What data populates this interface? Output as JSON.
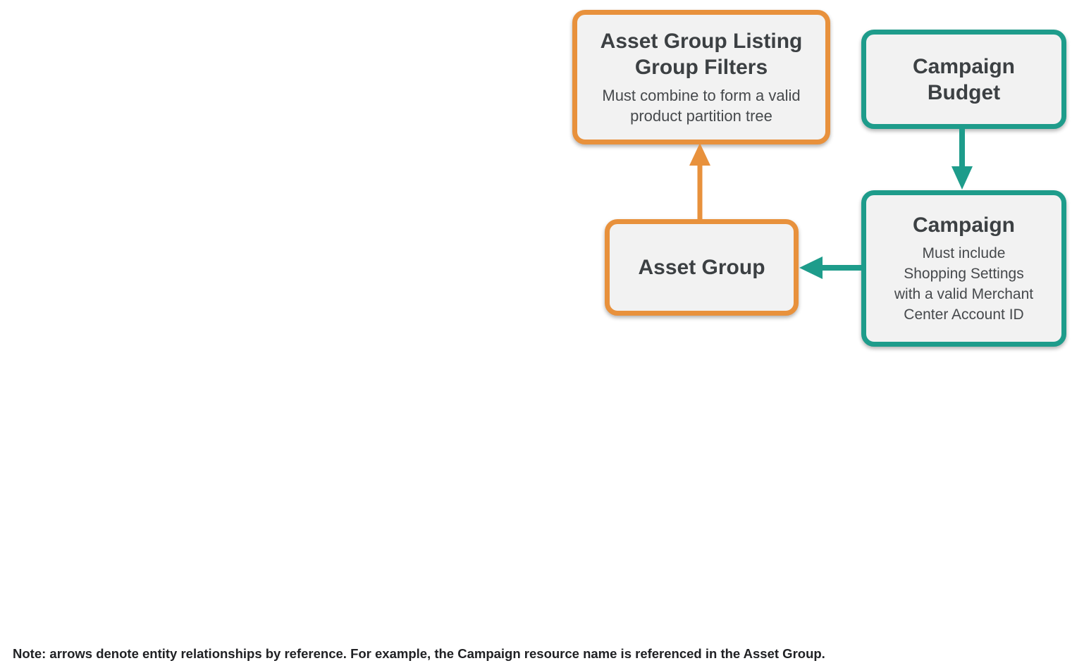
{
  "colors": {
    "orange": "#E8913C",
    "teal": "#1E9C8B",
    "box_fill": "#F2F2F2",
    "title_text": "#3C4043",
    "subtitle_text": "#46494C",
    "note_text": "#202124",
    "background": "#FFFFFF"
  },
  "diagram": {
    "boxes": {
      "listing_filters": {
        "title": "Asset Group Listing\nGroup Filters",
        "subtitle": "Must combine to form a valid\nproduct partition tree",
        "accent": "#E8913C"
      },
      "campaign_budget": {
        "title": "Campaign\nBudget",
        "accent": "#1E9C8B"
      },
      "asset_group": {
        "title": "Asset Group",
        "accent": "#E8913C"
      },
      "campaign": {
        "title": "Campaign",
        "subtitle": "Must include\nShopping Settings\nwith a valid Merchant\nCenter Account ID",
        "accent": "#1E9C8B"
      }
    },
    "edges": [
      {
        "name": "asset-group-to-listing-filters",
        "from": "asset_group",
        "to": "listing_filters",
        "color": "#E8913C",
        "direction": "up"
      },
      {
        "name": "campaign-budget-to-campaign",
        "from": "campaign_budget",
        "to": "campaign",
        "color": "#1E9C8B",
        "direction": "down"
      },
      {
        "name": "campaign-to-asset-group",
        "from": "campaign",
        "to": "asset_group",
        "color": "#1E9C8B",
        "direction": "left"
      }
    ]
  },
  "note": {
    "text": "Note: arrows denote entity relationships by reference. For example, the Campaign resource name is referenced in the Asset Group."
  }
}
